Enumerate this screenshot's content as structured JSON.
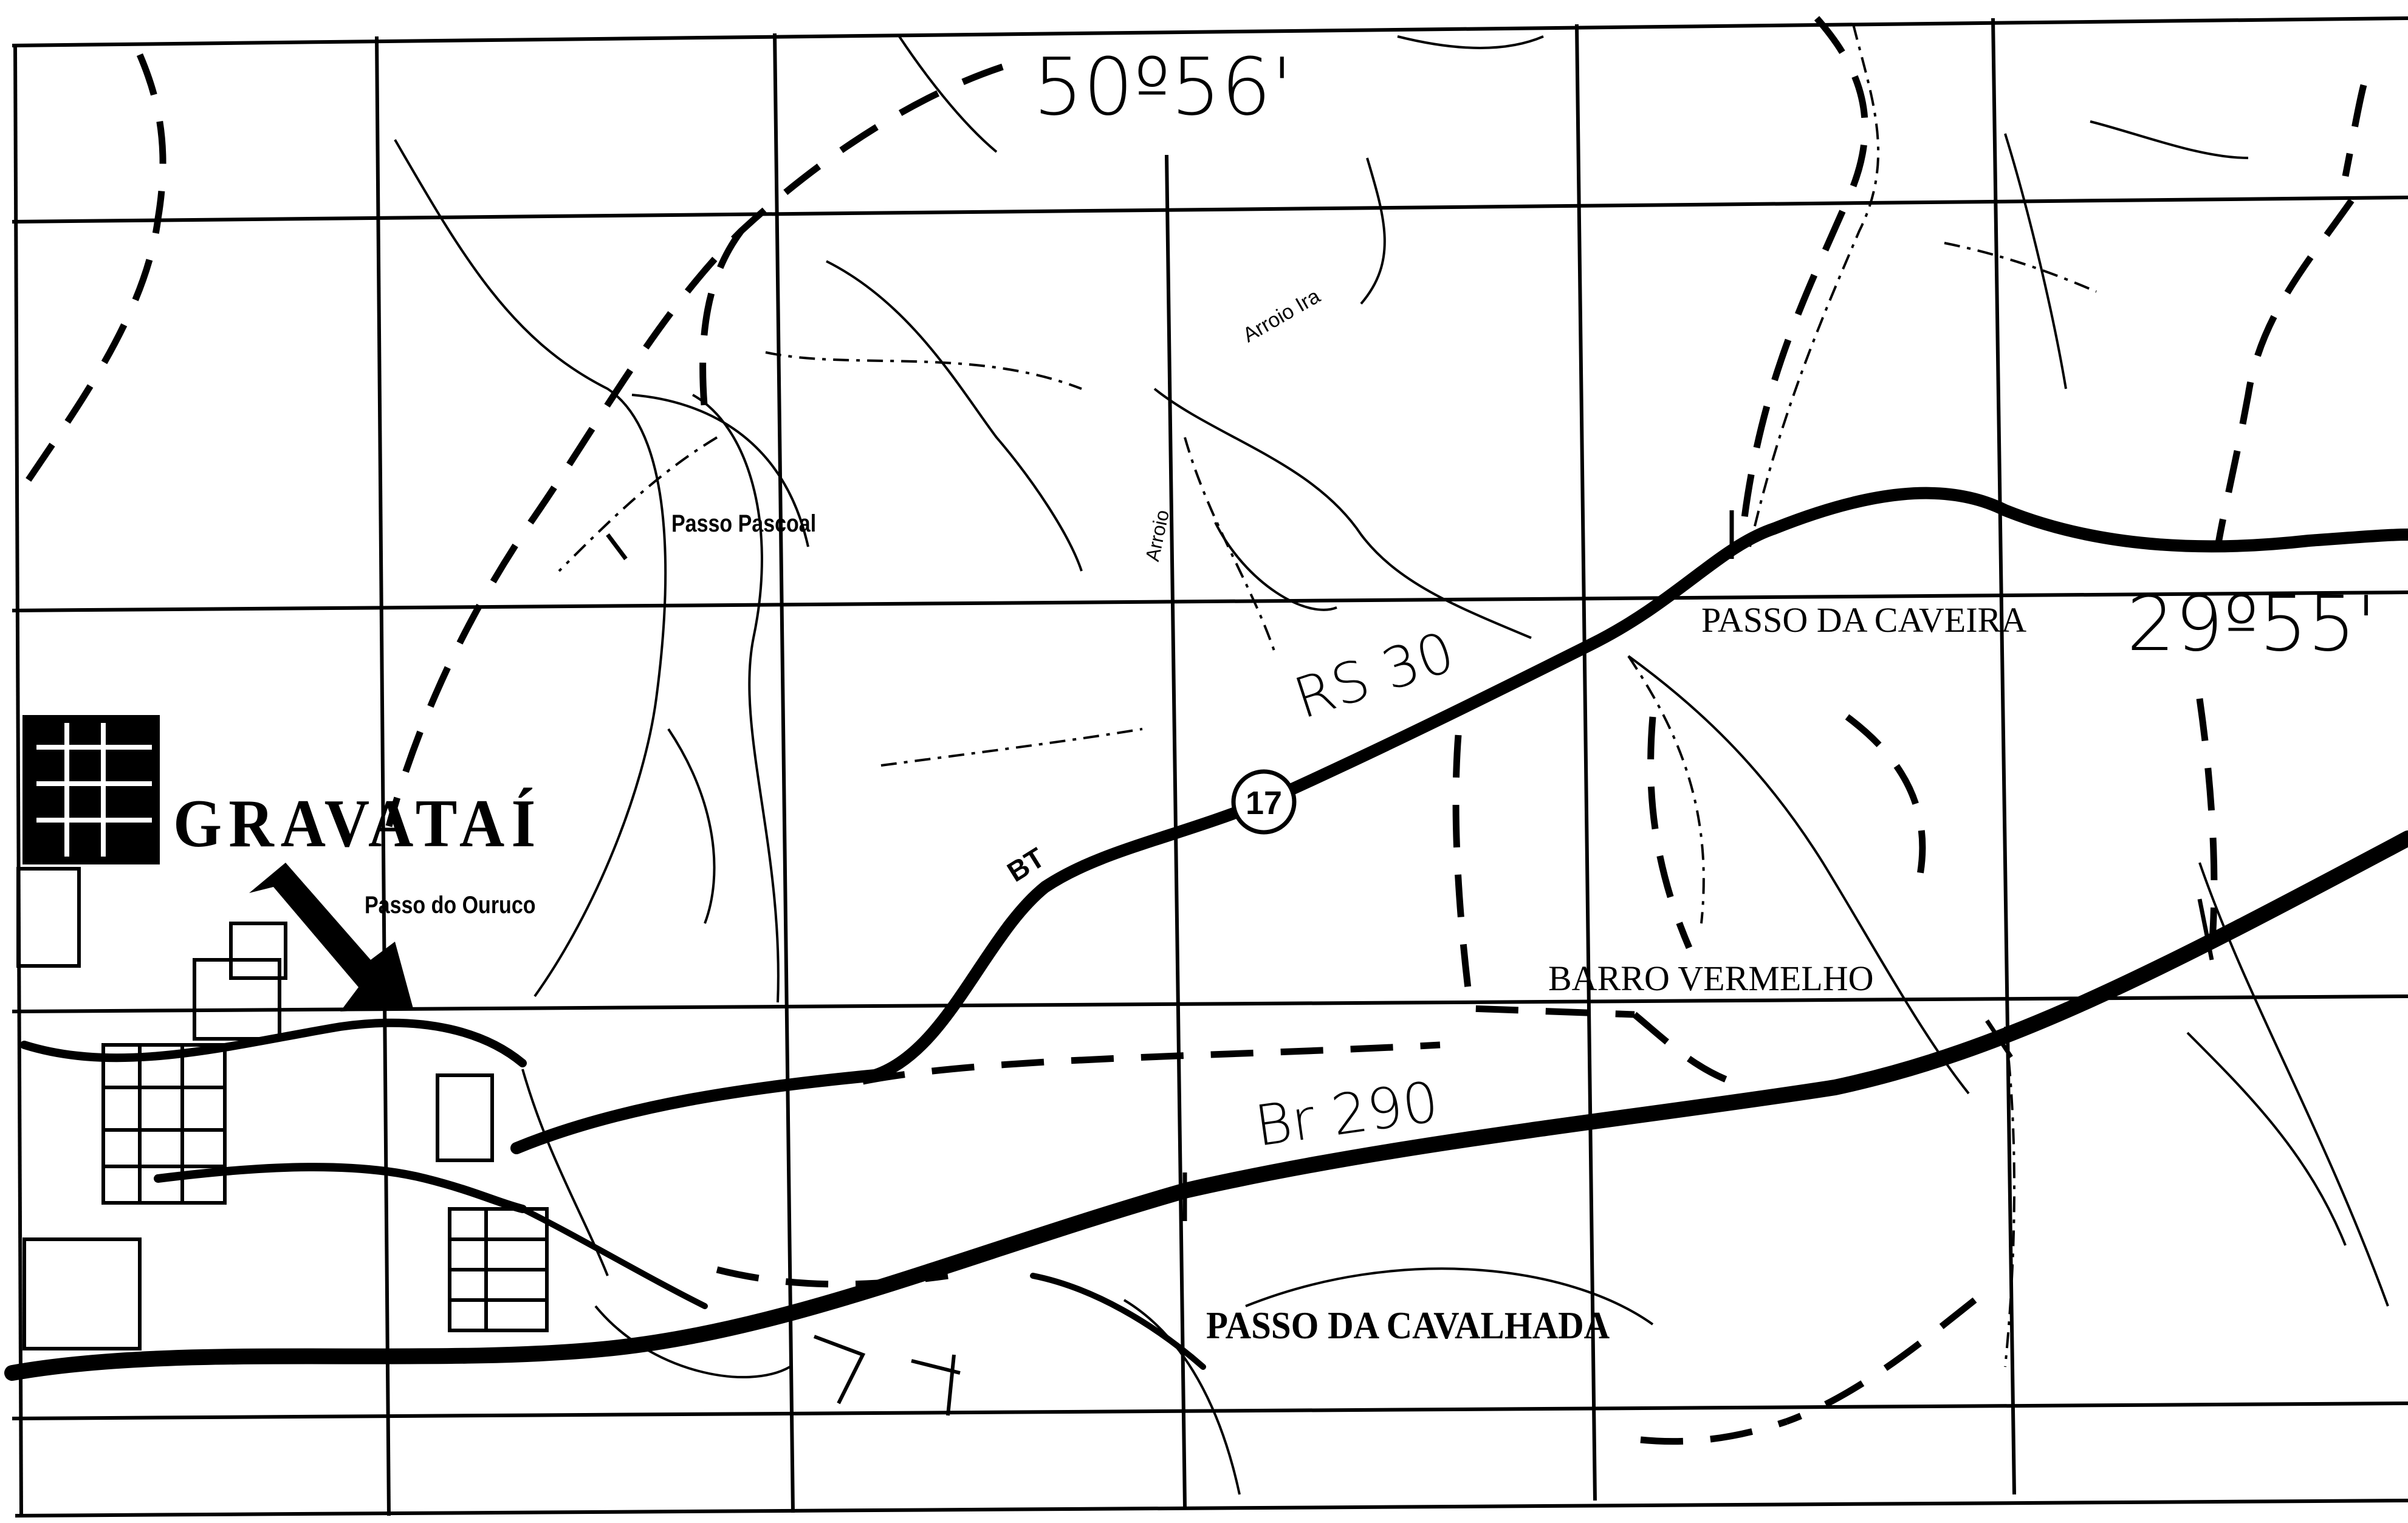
{
  "map": {
    "ink_color": "#000000",
    "paper_color": "#ffffff",
    "labels": {
      "coord_longitude": "50º56'",
      "coord_latitude": "29º55'",
      "city": "GRAVATAÍ",
      "passo_pascoal": "Passo Pascoal",
      "passo_do_ouruco": "Passo do Ouruco",
      "passo_da_caveira": "PASSO DA CAVEIRA",
      "barro_vermelho": "BARRO VERMELHO",
      "passo_da_cavalhada": "PASSO DA CAVALHADA",
      "road_rs030": "RS 30",
      "road_br290": "Br 290",
      "road_shield_number": "17",
      "road_bt": "BT",
      "stream_label_1": "Arroio Ira",
      "stream_label_2": "Arroio"
    },
    "markers": {
      "location_arrow": "arrow-icon"
    }
  }
}
